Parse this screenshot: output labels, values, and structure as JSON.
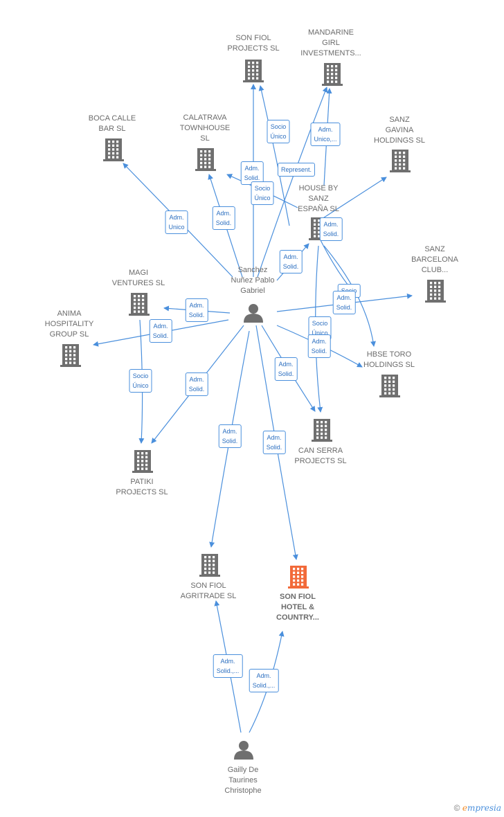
{
  "colors": {
    "edge": "#4a8fdc",
    "building": "#6f6f6f",
    "building_highlight": "#f26a3a",
    "person": "#6f6f6f"
  },
  "nodes": [
    {
      "id": "son_fiol_projects",
      "type": "company",
      "label": "SON FIOL\nPROJECTS  SL"
    },
    {
      "id": "mandarine",
      "type": "company",
      "label": "MANDARINE\nGIRL\nINVESTMENTS..."
    },
    {
      "id": "boca_calle",
      "type": "company",
      "label": "BOCA CALLE\nBAR  SL"
    },
    {
      "id": "calatrava",
      "type": "company",
      "label": "CALATRAVA\nTOWNHOUSE\nSL"
    },
    {
      "id": "sanz_gavina",
      "type": "company",
      "label": "SANZ\nGAVINA\nHOLDINGS  SL"
    },
    {
      "id": "house_by_sanz",
      "type": "company",
      "label": "HOUSE BY\nSANZ\nESPAÑA  SL"
    },
    {
      "id": "sanz_barcelona",
      "type": "company",
      "label": "SANZ\nBARCELONA\nCLUB..."
    },
    {
      "id": "magi",
      "type": "company",
      "label": "MAGI\nVENTURES  SL"
    },
    {
      "id": "anima",
      "type": "company",
      "label": "ANIMA\nHOSPITALITY\nGROUP  SL"
    },
    {
      "id": "hbse_toro",
      "type": "company",
      "label": "HBSE TORO\nHOLDINGS  SL"
    },
    {
      "id": "can_serra",
      "type": "company",
      "label": "CAN SERRA\nPROJECTS  SL"
    },
    {
      "id": "patiki",
      "type": "company",
      "label": "PATIKI\nPROJECTS  SL"
    },
    {
      "id": "son_fiol_agritrade",
      "type": "company",
      "label": "SON FIOL\nAGRITRADE  SL"
    },
    {
      "id": "son_fiol_hotel",
      "type": "company",
      "label": "SON FIOL\nHOTEL &\nCOUNTRY...",
      "highlight": true
    },
    {
      "id": "sanchez",
      "type": "person",
      "label": "Sanchez\nNuñez Pablo\nGabriel"
    },
    {
      "id": "gailly",
      "type": "person",
      "label": "Gailly De\nTaurines\nChristophe"
    }
  ],
  "edges": [
    {
      "label": "Socio\nÚnico"
    },
    {
      "label": "Adm.\nSolid."
    },
    {
      "label": "Adm.\nUnico,..."
    },
    {
      "label": "Represent."
    },
    {
      "label": "Adm.\nUnico"
    },
    {
      "label": "Adm.\nSolid."
    },
    {
      "label": "Socio\nÚnico"
    },
    {
      "label": "Adm.\nSolid."
    },
    {
      "label": "Adm.\nSolid."
    },
    {
      "label": "Socio"
    },
    {
      "label": "Adm.\nSolid."
    },
    {
      "label": "Socio\nÚnico"
    },
    {
      "label": "Adm.\nSolid."
    },
    {
      "label": "Adm.\nSolid."
    },
    {
      "label": "Adm.\nSolid."
    },
    {
      "label": "Socio\nÚnico"
    },
    {
      "label": "Adm.\nSolid."
    },
    {
      "label": "Adm.\nSolid."
    },
    {
      "label": "Adm.\nSolid."
    },
    {
      "label": "Adm.\nSolid."
    },
    {
      "label": "Adm.\nSolid.,..."
    },
    {
      "label": "Adm.\nSolid.,..."
    }
  ],
  "footer": {
    "copyright": "©",
    "brand_e": "e",
    "brand_rest": "mpresia"
  }
}
